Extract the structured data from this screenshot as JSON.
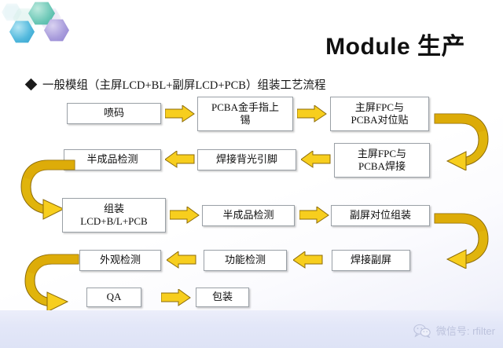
{
  "slide": {
    "title": "Module 生产",
    "subtitle": "一般模组（主屏LCD+BL+副屏LCD+PCB）组装工艺流程",
    "bullet_marker": "◆"
  },
  "colors": {
    "arrow_fill": "#F7CE1E",
    "arrow_fill_dark": "#D9A406",
    "arrow_stroke": "#8C6B08",
    "box_border": "#9AA0A6",
    "background_top": "#FFFFFF",
    "background_bottom": "#E3E7F8",
    "hex_teal": "#6FC9B8",
    "hex_cyan": "#53B9DD",
    "hex_purple": "#A99DDC",
    "title_color": "#101010"
  },
  "flow": {
    "rows": [
      {
        "row_id": "row-1",
        "steps": [
          {
            "id": "step-penma",
            "label": "喷码",
            "lines": [
              "喷码"
            ]
          },
          {
            "id": "step-pcba-gold-finger",
            "label": "PCBA金手指上锡",
            "lines": [
              "PCBA金手指上",
              "锡"
            ]
          },
          {
            "id": "step-main-fpc-align",
            "label": "主屏FPC与PCBA对位贴",
            "lines": [
              "主屏FPC与",
              "PCBA对位贴"
            ]
          }
        ]
      },
      {
        "row_id": "row-2",
        "steps": [
          {
            "id": "step-semi-inspect-1",
            "label": "半成品检测",
            "lines": [
              "半成品检测"
            ]
          },
          {
            "id": "step-solder-backlight-pin",
            "label": "焊接背光引脚",
            "lines": [
              "焊接背光引脚"
            ]
          },
          {
            "id": "step-main-fpc-solder",
            "label": "主屏FPC与PCBA焊接",
            "lines": [
              "主屏FPC与",
              "PCBA焊接"
            ]
          }
        ]
      },
      {
        "row_id": "row-3",
        "steps": [
          {
            "id": "step-assembly",
            "label": "组装 LCD+B/L+PCB",
            "lines": [
              "组装",
              "LCD+B/L+PCB"
            ]
          },
          {
            "id": "step-semi-inspect-2",
            "label": "半成品检测",
            "lines": [
              "半成品检测"
            ]
          },
          {
            "id": "step-sub-screen-align",
            "label": "副屏对位组装",
            "lines": [
              "副屏对位组装"
            ]
          }
        ]
      },
      {
        "row_id": "row-4",
        "steps": [
          {
            "id": "step-appearance-inspect",
            "label": "外观检测",
            "lines": [
              "外观检测"
            ]
          },
          {
            "id": "step-function-inspect",
            "label": "功能检测",
            "lines": [
              "功能检测"
            ]
          },
          {
            "id": "step-solder-sub-screen",
            "label": "焊接副屏",
            "lines": [
              "焊接副屏"
            ]
          }
        ]
      },
      {
        "row_id": "row-5",
        "steps": [
          {
            "id": "step-qa",
            "label": "QA",
            "lines": [
              "QA"
            ]
          },
          {
            "id": "step-packaging",
            "label": "包装",
            "lines": [
              "包装"
            ]
          }
        ]
      }
    ],
    "connectors": [
      {
        "id": "arrow-r1-1",
        "direction": "right"
      },
      {
        "id": "arrow-r1-2",
        "direction": "right"
      },
      {
        "id": "curve-right-1",
        "direction": "u-turn-left"
      },
      {
        "id": "arrow-r2-1",
        "direction": "left"
      },
      {
        "id": "arrow-r2-2",
        "direction": "left"
      },
      {
        "id": "curve-left-1",
        "direction": "u-turn-right"
      },
      {
        "id": "arrow-r3-1",
        "direction": "right"
      },
      {
        "id": "arrow-r3-2",
        "direction": "right"
      },
      {
        "id": "curve-right-2",
        "direction": "u-turn-left"
      },
      {
        "id": "arrow-r4-1",
        "direction": "left"
      },
      {
        "id": "arrow-r4-2",
        "direction": "left"
      },
      {
        "id": "curve-left-2",
        "direction": "u-turn-right"
      },
      {
        "id": "arrow-r5-1",
        "direction": "right"
      }
    ]
  },
  "footer": {
    "watermark_text": "微信号: rfilter",
    "icon": "wechat-icon"
  }
}
